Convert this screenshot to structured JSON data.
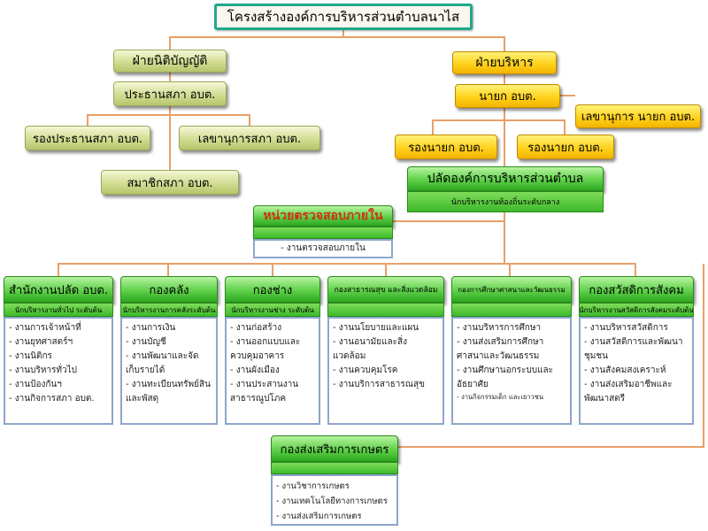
{
  "title": "โครงสร้างองค์การบริหารส่วนตำบลนาไส",
  "legislative": {
    "head": "ฝ่ายนิติบัญญัติ",
    "chairman": "ประธานสภา อบต.",
    "vice_chairman": "รองประธานสภา อบต.",
    "secretary": "เลขานุการสภา อบต.",
    "members": "สมาชิกสภา อบต."
  },
  "executive": {
    "head": "ฝ่ายบริหาร",
    "mayor": "นายก อบต.",
    "mayor_secretary": "เลขานุการ นายก อบต.",
    "deputy_1": "รองนายก อบต.",
    "deputy_2": "รองนายก อบต.",
    "chief_admin": "ปลัดองค์การบริหารส่วนตำบล",
    "chief_admin_sub": "นักบริหารงานท้องถิ่นระดับกลาง"
  },
  "audit": {
    "title": "หน่วยตรวจสอบภายใน",
    "duty": "- งานตรวจสอบภายใน"
  },
  "departments": [
    {
      "title": "สำนักงานปลัด อบต.",
      "subtitle": "นักบริหารงานทั่วไป ระดับต้น",
      "duties": [
        "- งานการเจ้าหน้าที่",
        "- งานยุทศาสตร์ฯ",
        "- งานนิติกร",
        "- งานบริหารทั่วไป",
        "- งานป้องกันฯ",
        "- งานกิจการสภา อบต."
      ]
    },
    {
      "title": "กองคลัง",
      "subtitle": "นักบริหารงานการคลังระดับต้น",
      "duties": [
        "- งานการเงิน",
        "- งานบัญชี",
        "- งานพัฒนาและจัดเก็บรายได้",
        "- งานทะเบียนทรัพย์สินและพัสดุ"
      ]
    },
    {
      "title": "กองช่าง",
      "subtitle": "นักบริหารงานช่าง ระดับต้น",
      "duties": [
        "- งานก่อสร้าง",
        "- งานออกแบบและควบคุมอาคาร",
        "- งานผังเมือง",
        "- งานประสานงานสาธารณูปโภค"
      ]
    },
    {
      "title": "กองสาธารณสุข และสิ่งแวดล้อม",
      "subtitle": "",
      "duties": [
        "- งานนโยบายและแผน",
        "- งานอนามัยและสิ่งแวดล้อม",
        "- งานควบคุมโรค",
        "- งานบริการสาธารณสุข"
      ]
    },
    {
      "title": "กองการศึกษาศาสนาและวัฒนธรรม",
      "subtitle": "",
      "duties": [
        "- งานบริหารการศึกษา",
        "- งานส่งเสริมการศึกษาศาสนาและวัฒนธรรม",
        "- งานศึกษานอกระบบและอัธยาศัย"
      ],
      "duties_small": "- งานกิจกรรมเด็ก และเยาวชน"
    },
    {
      "title": "กองสวัสดิการสังคม",
      "subtitle": "นักบริหารงานสวัสดิการสังคมระดับต้น",
      "duties": [
        "- งานบริหารสวัสดิการ",
        "- งานสวัสดิการและพัฒนาชุมชน",
        "- งานสังคมสงเคราะห์",
        "- งานส่งเสริมอาชีพและพัฒนาสตรี"
      ]
    }
  ],
  "agriculture": {
    "title": "กองส่งเสริมการเกษตร",
    "duties": [
      "- งานวิชาการเกษตร",
      "- งานเทคโนโลยีทางการเกษตร",
      "- งานส่งเสริมการเกษตร"
    ]
  },
  "colors": {
    "connector": "#e8a06a",
    "olive": "#d2dc93",
    "gold": "#ffd21c",
    "green": "#5fd04a",
    "duty_border": "#8fa6cc",
    "title_border": "#1fa98a"
  }
}
